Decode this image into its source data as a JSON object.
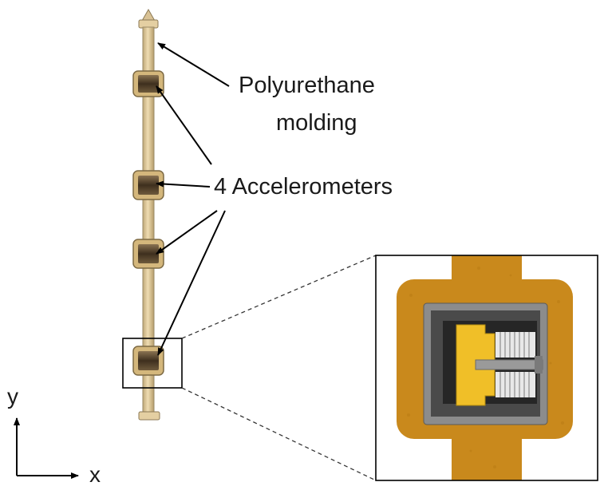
{
  "labels": {
    "molding_line1": "Polyurethane",
    "molding_line2": "molding",
    "accelerometers": "4 Accelerometers"
  },
  "axes": {
    "y": "y",
    "x": "x"
  },
  "colors": {
    "rod": "#e6d2a6",
    "rod_edge": "#9a8a66",
    "housing": "#c8a46a",
    "sensor_dark": "#4a3a26",
    "molding_orange": "#c9891c",
    "proof_mass": "#f0bf28",
    "frame_grey": "#8c8c8c",
    "cavity_dark": "#4a4a4a",
    "spring_light": "#e8e8e8"
  },
  "icons": {
    "pointer": "arrow-icon"
  }
}
